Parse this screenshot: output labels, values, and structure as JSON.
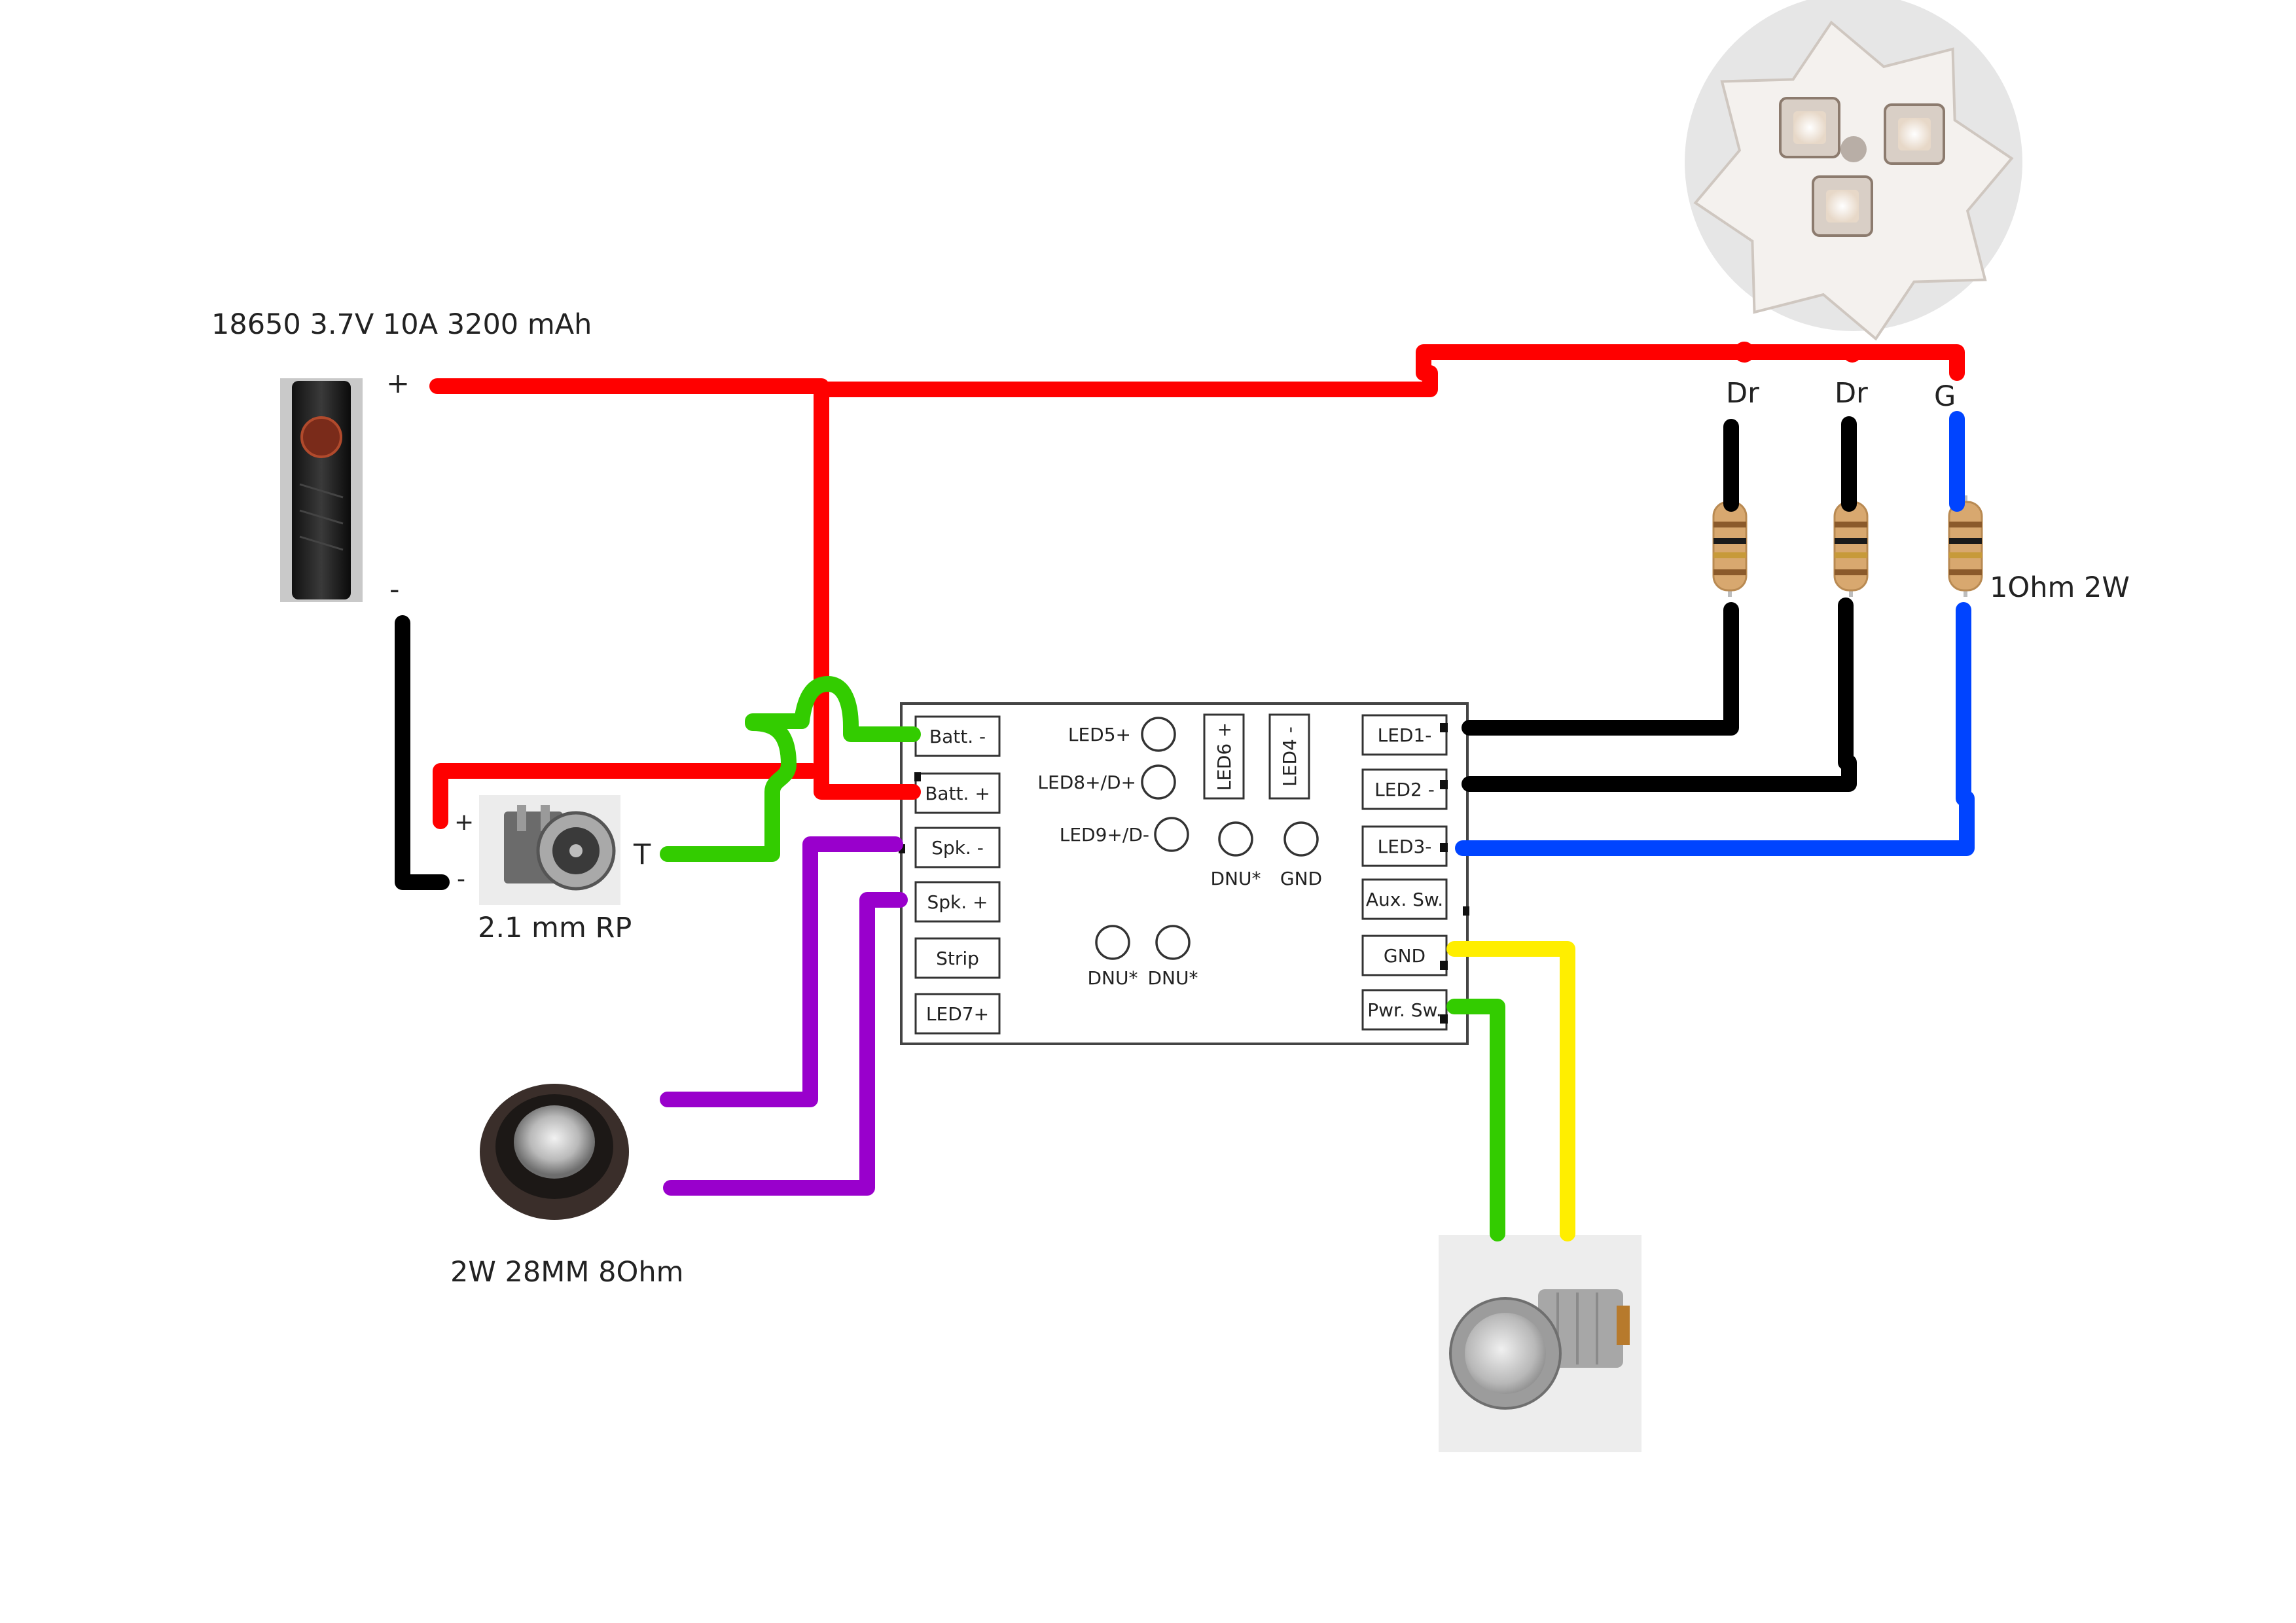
{
  "labels": {
    "battery": "18650 3.7V 10A 3200 mAh",
    "battery_plus": "+",
    "battery_minus": "-",
    "jack_plus": "+",
    "jack_minus": "-",
    "jack_t": "T",
    "jack_name": "2.1 mm RP",
    "speaker": "2W 28MM 8Ohm",
    "resistor": "1Ohm 2W",
    "led_dr1": "Dr",
    "led_dr2": "Dr",
    "led_g": "G"
  },
  "board": {
    "left_pads": [
      "Batt. -",
      "Batt. +",
      "Spk. -",
      "Spk. +",
      "Strip",
      "LED7+"
    ],
    "right_pads": [
      "LED1-",
      "LED2 -",
      "LED3-",
      "Aux. Sw.",
      "GND",
      "Pwr. Sw."
    ],
    "vertical_pads": [
      "LED6 +",
      "LED4 -"
    ],
    "ring_labels": [
      "LED5+",
      "LED8+/D+",
      "LED9+/D-",
      "DNU*",
      "GND",
      "DNU*",
      "DNU*"
    ]
  },
  "colors": {
    "battery_positive": "#ff0000",
    "ground": "#000000",
    "tip": "#33cc00",
    "speaker": "#9900cc",
    "led_green_channel": "#0044ff",
    "switch_ground": "#ffee00",
    "switch_signal": "#33cc00"
  },
  "icons": {
    "battery": "battery-18650-icon",
    "jack": "dc-jack-icon",
    "speaker": "speaker-icon",
    "led": "triple-led-star-icon",
    "switch": "pushbutton-switch-icon",
    "resistor": "resistor-icon"
  }
}
